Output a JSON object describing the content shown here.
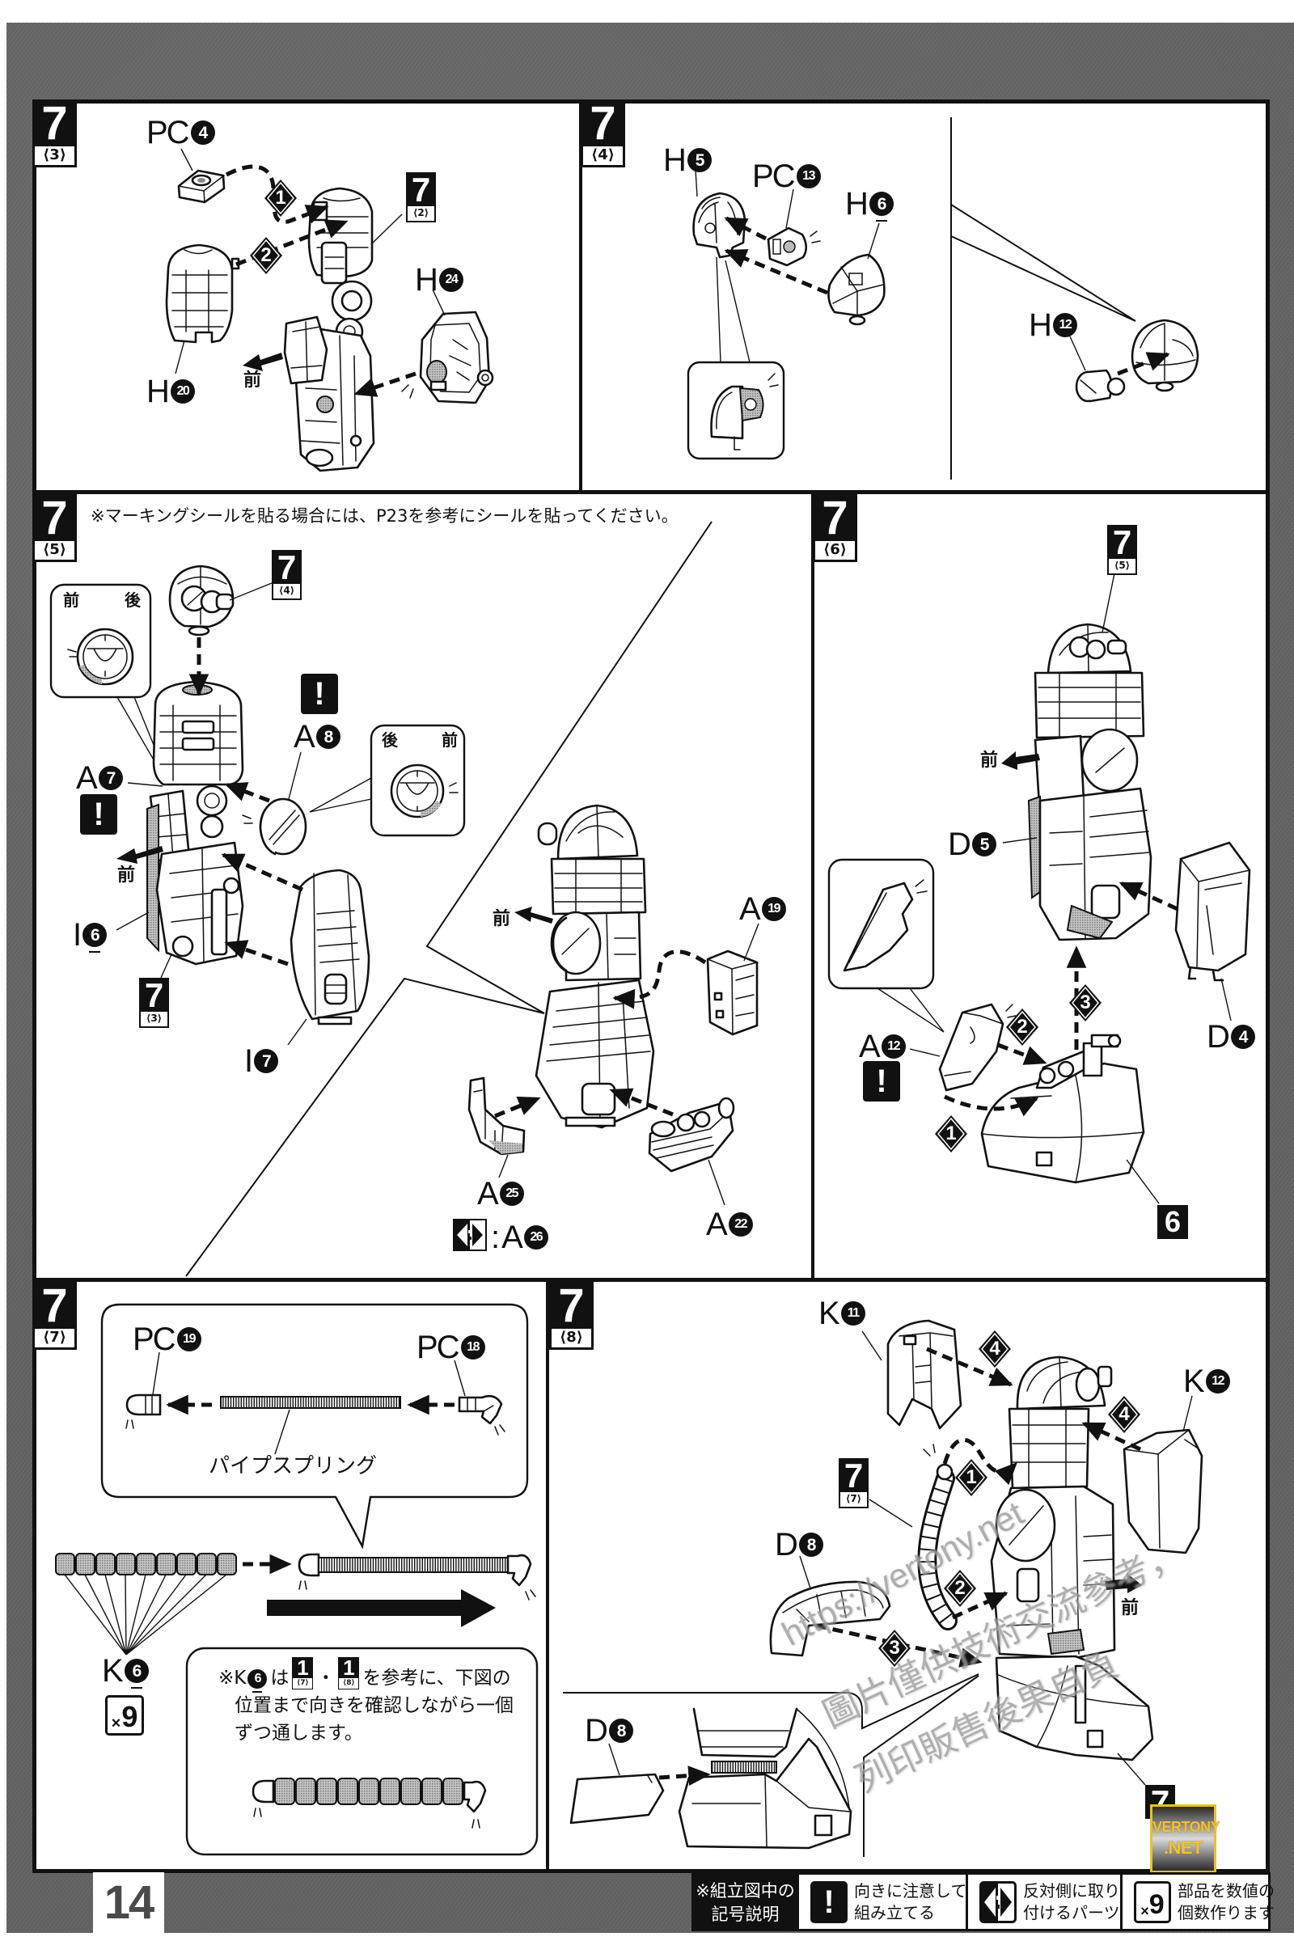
{
  "page": {
    "number": "14"
  },
  "colors": {
    "ink": "#111111",
    "paper": "#ffffff",
    "backdrop": "#626262",
    "screentone": "#9a9a9a",
    "logo_gold": "#f0c020",
    "page_number": "#4a4a4a"
  },
  "symbols": {
    "caution": "!",
    "caution_icon": "exclamation-icon",
    "order_icon": "black-diamond-step-icon",
    "mirror_icon": "mirror-parts-icon",
    "front_icon": "front-arrow-icon"
  },
  "steps": {
    "s3": {
      "step": "7",
      "sub": "⟨3⟩",
      "ref": {
        "step": "7",
        "sub": "⟨2⟩"
      },
      "front": "前",
      "order": [
        "1",
        "2"
      ],
      "labels": {
        "pc4": {
          "runner": "PC",
          "num": "4"
        },
        "h20": {
          "runner": "H",
          "num": "20"
        },
        "h24": {
          "runner": "H",
          "num": "24"
        }
      }
    },
    "s4": {
      "step": "7",
      "sub": "⟨4⟩",
      "labels": {
        "h5": {
          "runner": "H",
          "num": "5"
        },
        "pc13": {
          "runner": "PC",
          "num": "13"
        },
        "h6": {
          "runner": "H",
          "num": "6",
          "underlined": true
        },
        "h12": {
          "runner": "H",
          "num": "12"
        }
      }
    },
    "s5": {
      "step": "7",
      "sub": "⟨5⟩",
      "note": "※マーキングシールを貼る場合には、P23を参考にシールを貼ってください。",
      "refs": {
        "head": {
          "step": "7",
          "sub": "⟨4⟩"
        },
        "leg": {
          "step": "7",
          "sub": "⟨3⟩"
        }
      },
      "detail_left": {
        "left": "前",
        "right": "後"
      },
      "detail_right": {
        "left": "後",
        "right": "前"
      },
      "front": "前",
      "mirror": {
        "separator": ":",
        "runner": "A",
        "num": "26"
      },
      "labels": {
        "a8": {
          "runner": "A",
          "num": "8"
        },
        "a7": {
          "runner": "A",
          "num": "7"
        },
        "i6": {
          "runner": "I",
          "num": "6",
          "underlined": true
        },
        "i7": {
          "runner": "I",
          "num": "7"
        },
        "a19": {
          "runner": "A",
          "num": "19"
        },
        "a25": {
          "runner": "A",
          "num": "25"
        },
        "a22": {
          "runner": "A",
          "num": "22"
        }
      }
    },
    "s6": {
      "step": "7",
      "sub": "⟨6⟩",
      "ref": {
        "step": "7",
        "sub": "⟨5⟩"
      },
      "base_ref": "6",
      "front": "前",
      "order": [
        "1",
        "2",
        "3"
      ],
      "labels": {
        "d5": {
          "runner": "D",
          "num": "5"
        },
        "d4": {
          "runner": "D",
          "num": "4"
        },
        "a12": {
          "runner": "A",
          "num": "12"
        }
      }
    },
    "s7": {
      "step": "7",
      "sub": "⟨7⟩",
      "spring_label": "パイプスプリング",
      "quantity": {
        "prefix": "×",
        "count": "9"
      },
      "labels": {
        "pc19": {
          "runner": "PC",
          "num": "19"
        },
        "pc18": {
          "runner": "PC",
          "num": "18"
        },
        "k6": {
          "runner": "K",
          "num": "6",
          "underlined": true
        }
      },
      "note": {
        "prefix": "※K",
        "num": "6",
        "mid": "は",
        "ref1": {
          "step": "1",
          "sub": "⟨7⟩"
        },
        "sep": "・",
        "ref2": {
          "step": "1",
          "sub": "⟨8⟩"
        },
        "line1_tail": "を参考に、下図の",
        "line2": "位置まで向きを確認しながら一個",
        "line3": "ずつ通します。"
      }
    },
    "s8": {
      "step": "7",
      "sub": "⟨8⟩",
      "ref": {
        "step": "7",
        "sub": "⟨7⟩"
      },
      "base_ref": {
        "step": "7"
      },
      "front": "前",
      "order": [
        "1",
        "2",
        "3",
        "4",
        "4"
      ],
      "labels": {
        "k11": {
          "runner": "K",
          "num": "11"
        },
        "k12": {
          "runner": "K",
          "num": "12"
        },
        "d8": {
          "runner": "D",
          "num": "8"
        },
        "d8_detail": {
          "runner": "D",
          "num": "8"
        }
      }
    }
  },
  "legend": {
    "title_line1": "※組立図中の",
    "title_line2": "記号説明",
    "items": [
      {
        "icon": "caution-icon",
        "glyph": "!",
        "line1": "向きに注意して",
        "line2": "組み立てる"
      },
      {
        "icon": "mirror-parts-icon",
        "line1": "反対側に取り",
        "line2": "付けるパーツ"
      },
      {
        "icon": "quantity-icon",
        "glyph_prefix": "×",
        "glyph": "9",
        "line1": "部品を数値の",
        "line2": "個数作ります"
      }
    ]
  },
  "watermark": {
    "line1": "https://vertony.net",
    "line2": "圖片僅供技術交流參考，",
    "line3": "列印販售後果自負"
  },
  "logo": {
    "line1": "VERTONY",
    "line2": ".NET"
  }
}
